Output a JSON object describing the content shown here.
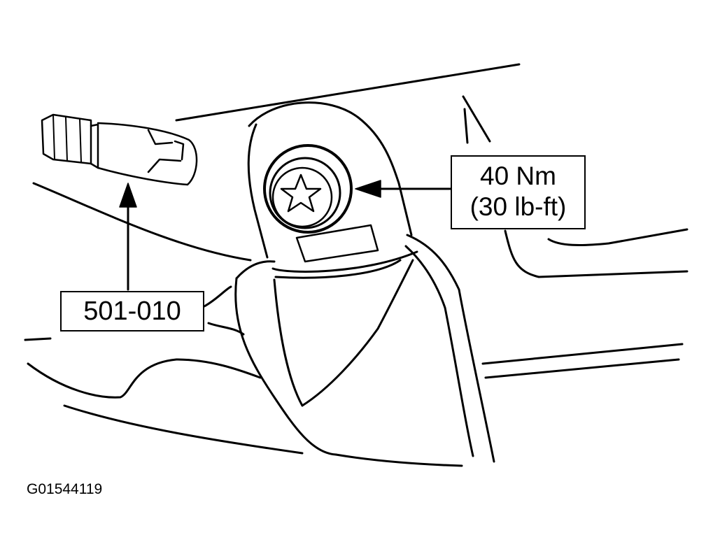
{
  "tool_label": "501-010",
  "torque": {
    "metric": "40 Nm",
    "imperial": "(30 lb-ft)"
  },
  "figure_id": "G01544119",
  "colors": {
    "line": "#000000",
    "background": "#ffffff"
  },
  "icons": {
    "bolt_head": "torx-star-icon",
    "tool_bit": "torx-socket-bit-icon"
  }
}
